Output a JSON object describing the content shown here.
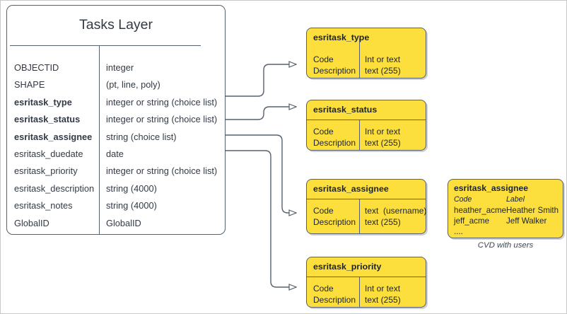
{
  "diagram": {
    "title": "Tasks Layer Diagram",
    "colors": {
      "domain_fill": "#fcde3c",
      "stroke": "#56606e",
      "text": "#323a45",
      "canvas": "#ffffff"
    }
  },
  "entity": {
    "title": "Tasks Layer",
    "fields": [
      {
        "name": "OBJECTID",
        "type": "integer",
        "key": false
      },
      {
        "name": "SHAPE",
        "type": "(pt, line, poly)",
        "key": false
      },
      {
        "name": "esritask_type",
        "type": "integer or string (choice list)",
        "key": true
      },
      {
        "name": "esritask_status",
        "type": "integer or string (choice list)",
        "key": true
      },
      {
        "name": "esritask_assignee",
        "type": "string (choice list)",
        "key": true
      },
      {
        "name": "esritask_duedate",
        "type": "date",
        "key": false
      },
      {
        "name": "esritask_priority",
        "type": "integer or string (choice list)",
        "key": false
      },
      {
        "name": "esritask_description",
        "type": "string (4000)",
        "key": false
      },
      {
        "name": "esritask_notes",
        "type": "string (4000)",
        "key": false
      },
      {
        "name": "GlobalID",
        "type": "GlobalID",
        "key": false
      }
    ]
  },
  "domains": [
    {
      "id": "esritask_type",
      "title": "esritask_type",
      "left_lines": "Code\nDescription",
      "right_lines": "Int or text\ntext (255)",
      "title_rule": false
    },
    {
      "id": "esritask_status",
      "title": "esritask_status",
      "left_lines": "Code\nDescription",
      "right_lines": "Int or text\ntext (255)",
      "title_rule": true
    },
    {
      "id": "esritask_assignee",
      "title": "esritask_assignee",
      "left_lines": "Code\nDescription",
      "right_lines": "text  (username)\ntext (255)",
      "title_rule": true
    },
    {
      "id": "esritask_priority",
      "title": "esritask_priority",
      "left_lines": "Code\nDescription",
      "right_lines": "Int or text\ntext (255)",
      "title_rule": true
    }
  ],
  "sample": {
    "title": "esritask_assignee",
    "header": {
      "code": "Code",
      "label": "Label"
    },
    "rows": [
      {
        "code": "heather_acme",
        "label": "Heather Smith"
      },
      {
        "code": "jeff_acme",
        "label": "Jeff Walker"
      },
      {
        "code": "....",
        "label": ""
      }
    ],
    "caption": "CVD with users"
  }
}
